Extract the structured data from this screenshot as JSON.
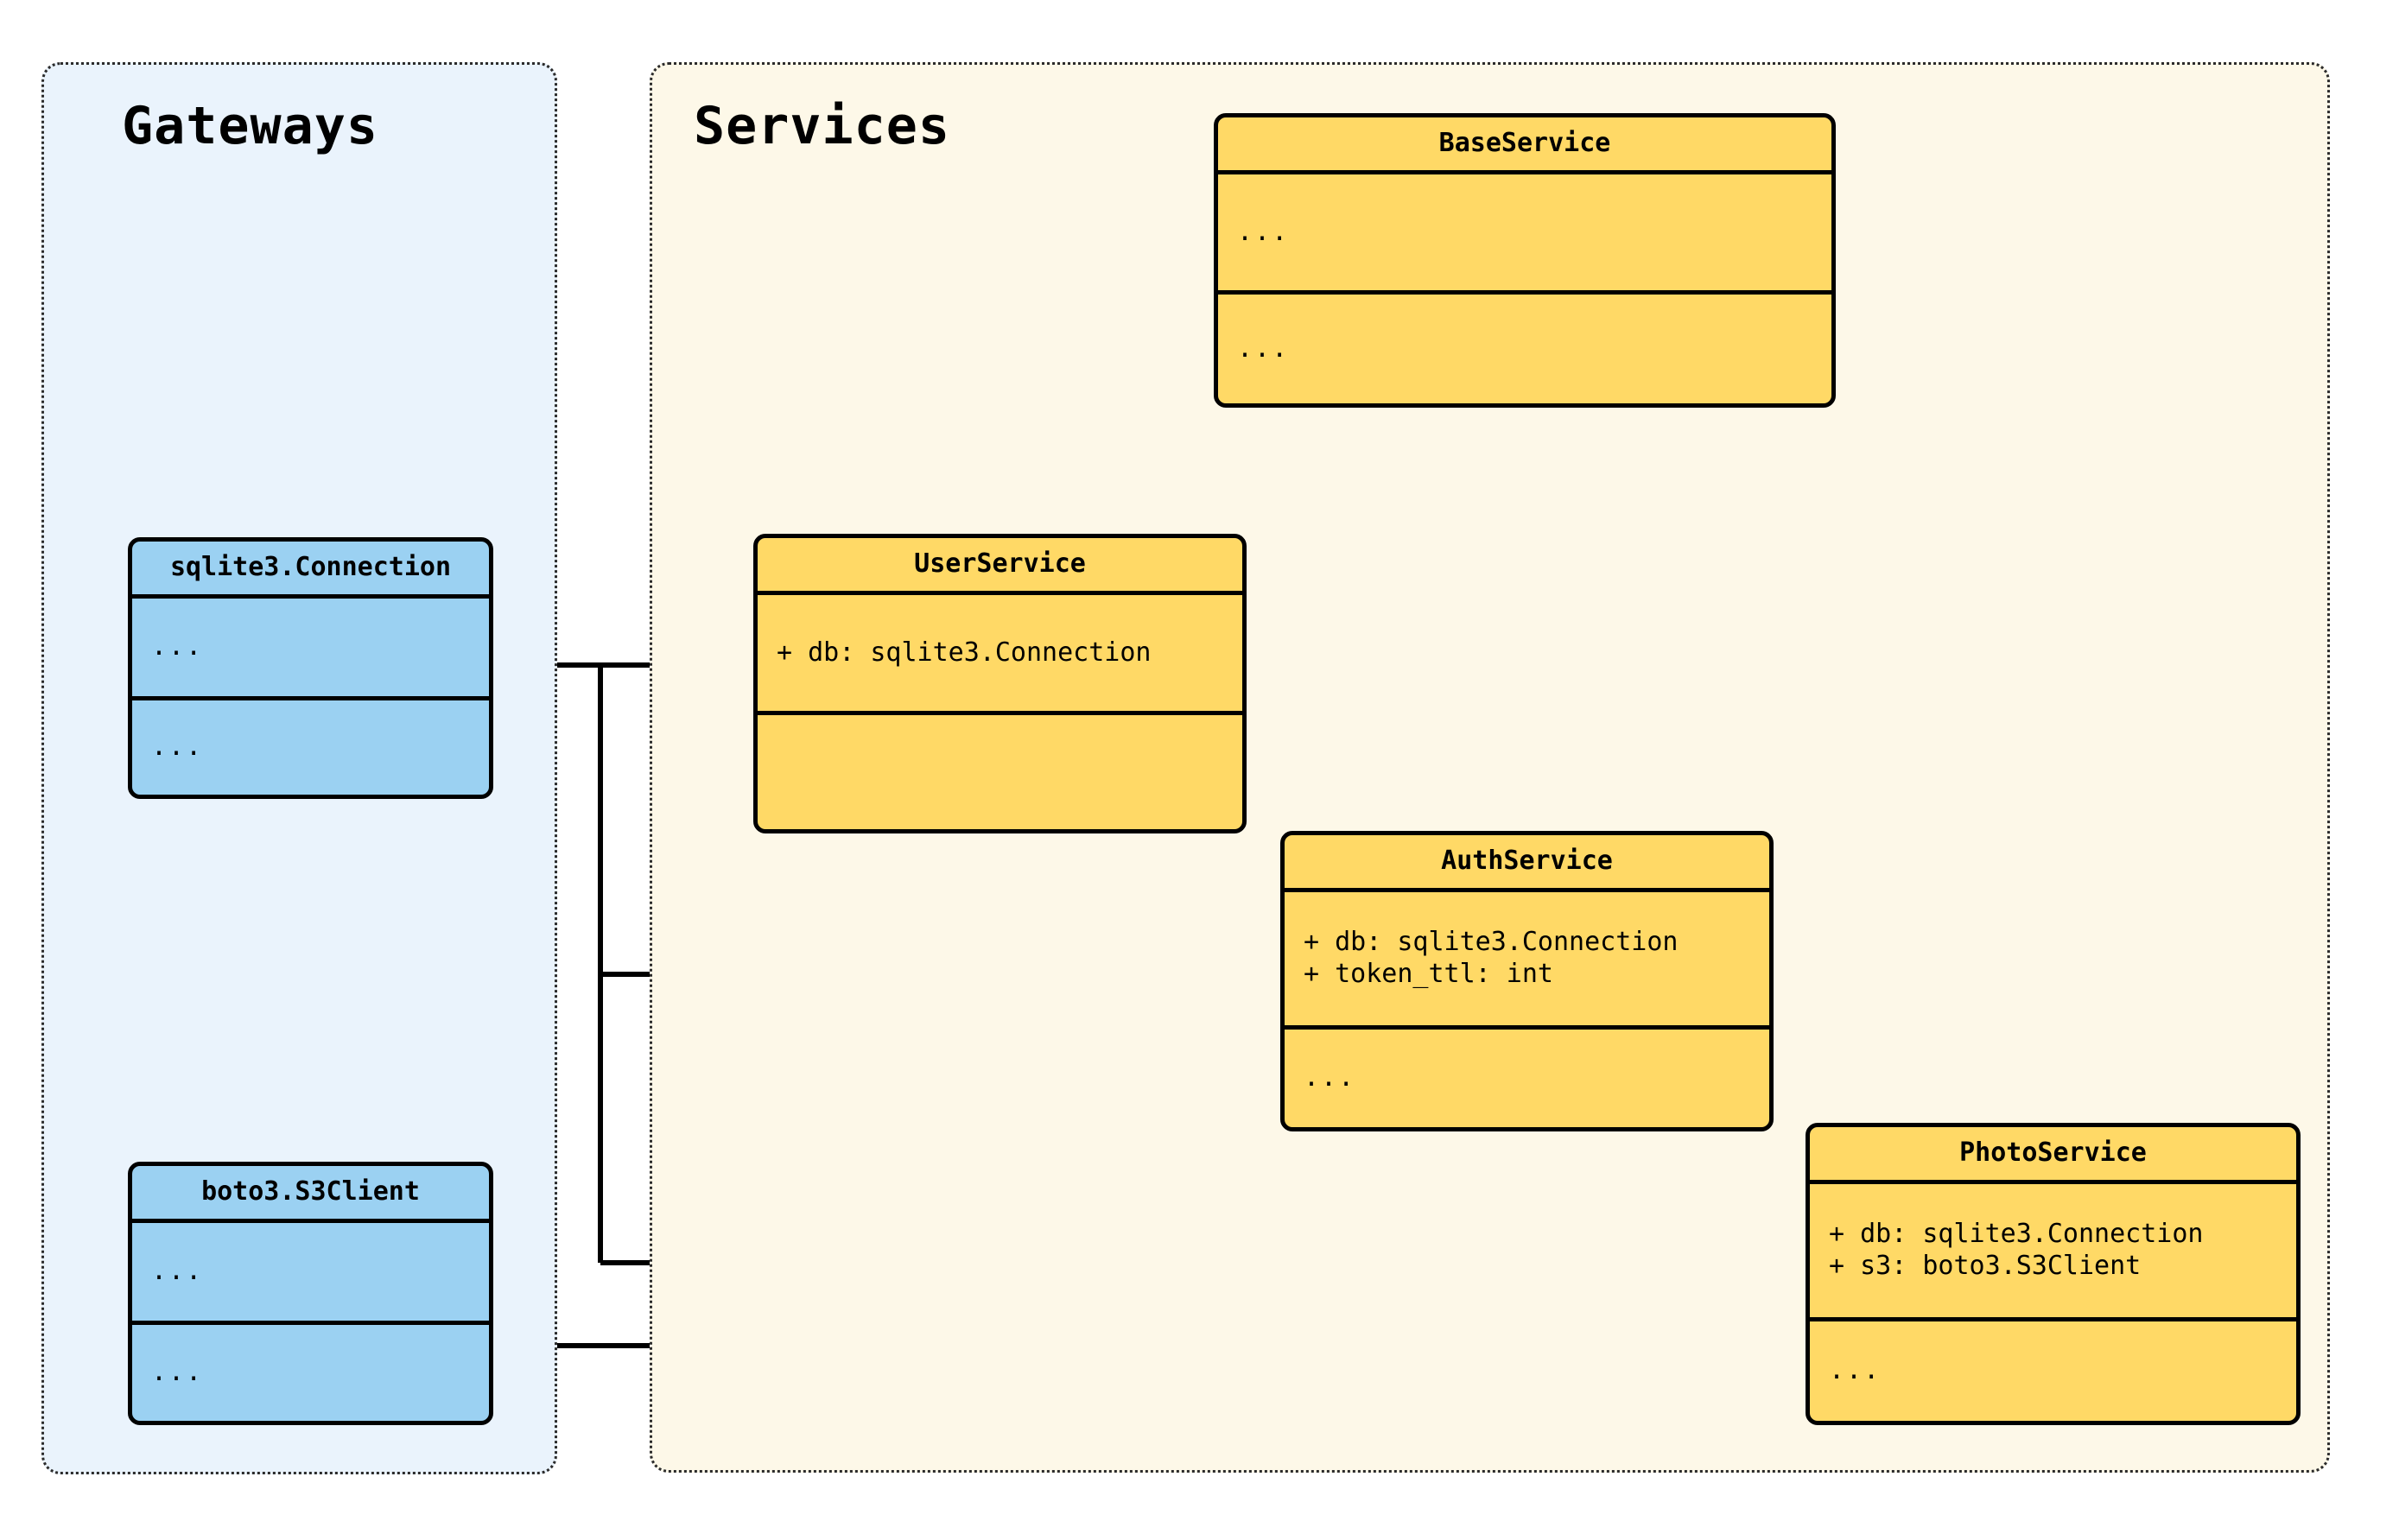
{
  "diagram": {
    "type": "uml-class-diagram",
    "clusters": [
      {
        "id": "gateways",
        "title": "Gateways",
        "background": "#eaf3fc"
      },
      {
        "id": "services",
        "title": "Services",
        "background": "#fdf8e8"
      }
    ],
    "colors": {
      "gateway_class_fill": "#9bd1f2",
      "service_class_fill": "#ffd966",
      "gateways_panel_fill": "#eaf3fc",
      "services_panel_fill": "#fdf8e8",
      "stroke": "#000000",
      "canvas": "#ffffff"
    }
  },
  "classes": {
    "base_service": {
      "name": "BaseService",
      "attributes": [
        "..."
      ],
      "methods": [
        "..."
      ]
    },
    "user_service": {
      "name": "UserService",
      "attributes": [
        "+ db: sqlite3.Connection"
      ],
      "methods": [
        ""
      ]
    },
    "auth_service": {
      "name": "AuthService",
      "attributes": [
        "+ db: sqlite3.Connection",
        "+ token_ttl: int"
      ],
      "methods": [
        "..."
      ]
    },
    "photo_service": {
      "name": "PhotoService",
      "attributes": [
        "+ db: sqlite3.Connection",
        "+ s3: boto3.S3Client"
      ],
      "methods": [
        "..."
      ]
    },
    "sqlite_connection": {
      "name": "sqlite3.Connection",
      "attributes": [
        "..."
      ],
      "methods": [
        "..."
      ]
    },
    "s3_client": {
      "name": "boto3.S3Client",
      "attributes": [
        "..."
      ],
      "methods": [
        "..."
      ]
    }
  },
  "relationships": [
    {
      "kind": "generalization",
      "from": "UserService",
      "to": "BaseService"
    },
    {
      "kind": "generalization",
      "from": "AuthService",
      "to": "BaseService"
    },
    {
      "kind": "generalization",
      "from": "PhotoService",
      "to": "BaseService"
    },
    {
      "kind": "aggregation",
      "from": "UserService",
      "to": "sqlite3.Connection"
    },
    {
      "kind": "aggregation",
      "from": "AuthService",
      "to": "sqlite3.Connection"
    },
    {
      "kind": "aggregation",
      "from": "PhotoService",
      "to": "sqlite3.Connection"
    },
    {
      "kind": "aggregation",
      "from": "PhotoService",
      "to": "boto3.S3Client"
    }
  ]
}
